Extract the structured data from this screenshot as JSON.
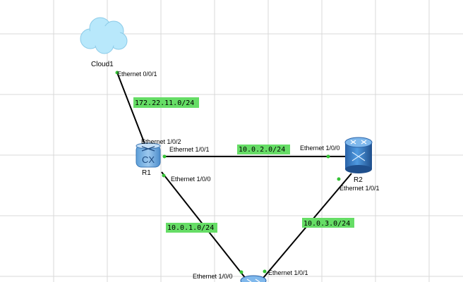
{
  "devices": {
    "cloud1": {
      "name": "Cloud1",
      "port": "Ethernet 0/0/1"
    },
    "r1": {
      "name": "R1",
      "icon_text": "CX",
      "ports": {
        "p102": "Ethernet 1/0/2",
        "p101": "Ethernet 1/0/1",
        "p100": "Ethernet 1/0/0"
      }
    },
    "r2": {
      "name": "R2",
      "ports": {
        "p100": "Ethernet 1/0/0",
        "p101": "Ethernet 1/0/1"
      }
    },
    "r3": {
      "ports": {
        "p100": "Ethernet 1/0/0",
        "p101": "Ethernet 1/0/1"
      }
    }
  },
  "subnets": {
    "cloud_r1": "172.22.11.0/24",
    "r1_r2": "10.0.2.0/24",
    "r1_r3": "10.0.1.0/24",
    "r2_r3": "10.0.3.0/24"
  },
  "colors": {
    "subnet_bg": "#66dd66",
    "port_dot": "#36c236",
    "device_blue": "#3f88d0",
    "cloud_fill": "#b8e8fb",
    "grid": "#d9d9d9"
  }
}
